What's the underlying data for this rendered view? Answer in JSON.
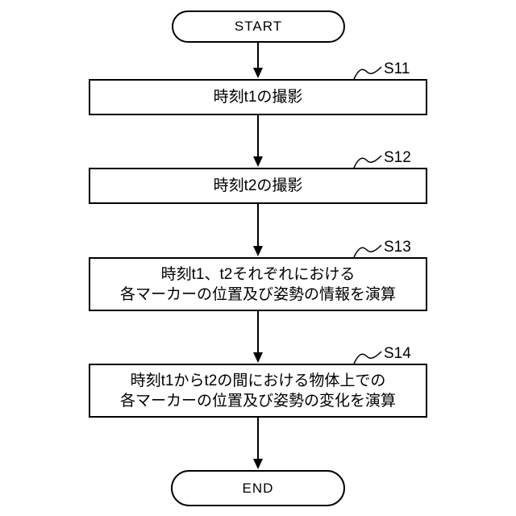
{
  "figure": {
    "type": "flowchart",
    "background_color": "#ffffff",
    "line_color": "#000000"
  },
  "flow": {
    "start_label": "START",
    "end_label": "END",
    "steps": [
      {
        "id": "S11",
        "label": "時刻t1の撮影"
      },
      {
        "id": "S12",
        "label": "時刻t2の撮影"
      },
      {
        "id": "S13",
        "label": "時刻t1、t2それぞれにおける\n各マーカーの位置及び姿勢の情報を演算"
      },
      {
        "id": "S14",
        "label": "時刻t1からt2の間における物体上での\n各マーカーの位置及び姿勢の変化を演算"
      }
    ]
  }
}
